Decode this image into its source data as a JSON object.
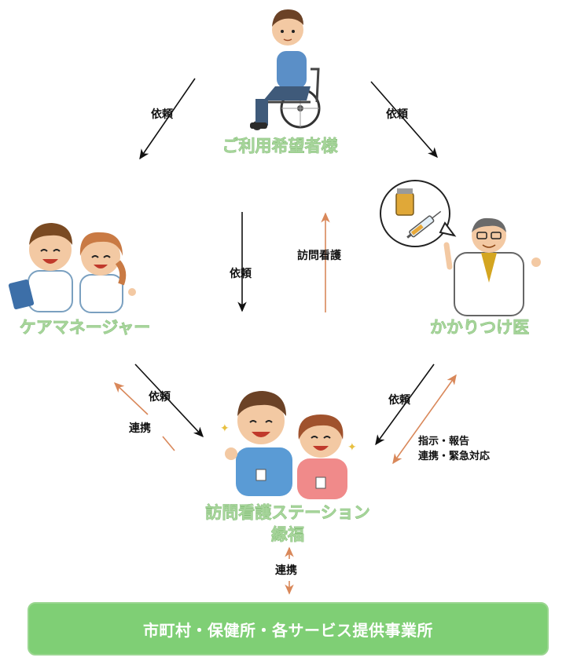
{
  "nodes": {
    "user": "ご利用希望者様",
    "care_manager": "ケアマネージャー",
    "doctor": "かかりつけ医",
    "station_line1": "訪問看護ステーション",
    "station_line2": "縁福"
  },
  "edges": {
    "request_user_to_cm": "依頼",
    "request_user_to_doctor": "依頼",
    "request_center": "依頼",
    "visit_nursing": "訪問看護",
    "request_cm_to_station": "依頼",
    "cooperation_cm": "連携",
    "request_doctor_to_station": "依頼",
    "instruction_report": "指示・報告",
    "cooperation_emergency": "連携・緊急対応",
    "cooperation_bottom": "連携"
  },
  "banner": "市町村・保健所・各サービス提供事業所",
  "colors": {
    "label_green": "#a6d59a",
    "banner_green": "#7fcf75",
    "arrow_black": "#111111",
    "arrow_orange": "#d9885a"
  }
}
